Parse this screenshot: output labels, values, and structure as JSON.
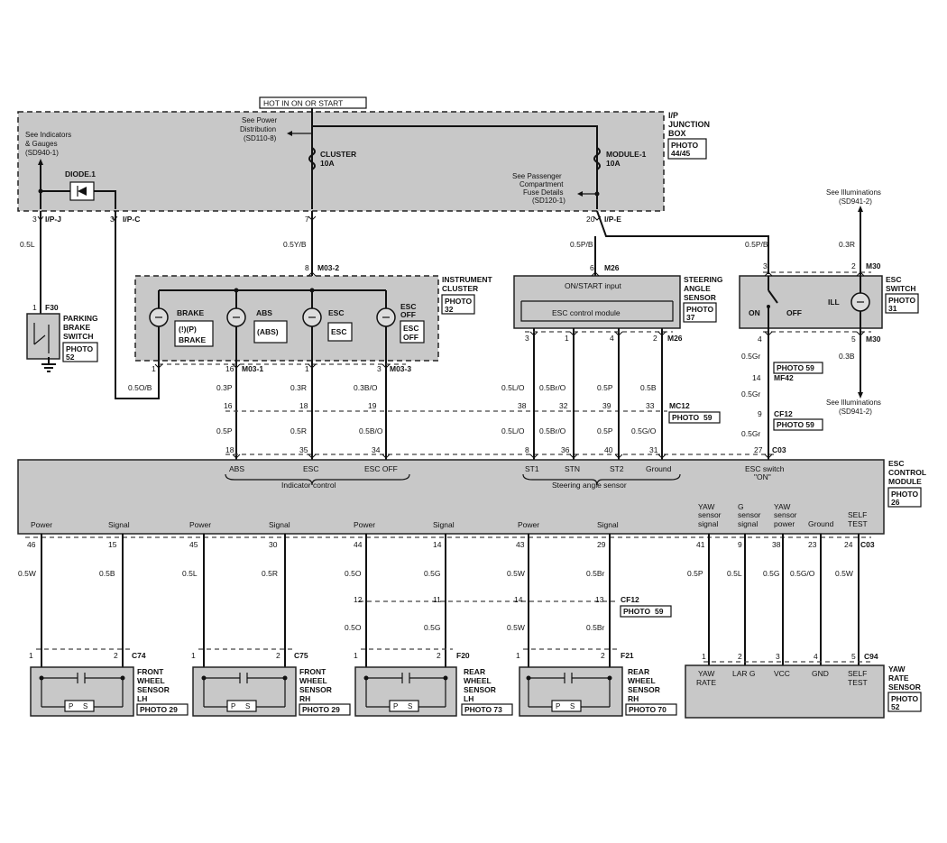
{
  "top_supply": "HOT IN ON OR START",
  "ip_junction": {
    "title": [
      "I/P",
      "JUNCTION",
      "BOX"
    ],
    "photo": [
      "PHOTO",
      "44/45"
    ],
    "see_power": [
      "See Power",
      "Distribution",
      "(SD110-8)"
    ],
    "see_indicators": [
      "See Indicators",
      "& Gauges",
      "(SD940-1)"
    ],
    "see_passenger": [
      "See Passenger",
      "Compartment",
      "Fuse Details",
      "(SD120-1)"
    ],
    "diode": "DIODE.1",
    "cluster_fuse": [
      "CLUSTER",
      "10A"
    ],
    "module_fuse": [
      "MODULE-1",
      "10A"
    ],
    "pins": [
      "3",
      "I/P-J",
      "3",
      "I/P-C",
      "7",
      "20",
      "I/P-E"
    ]
  },
  "parking_brake": {
    "label": [
      "PARKING",
      "BRAKE",
      "SWITCH"
    ],
    "photo": [
      "PHOTO",
      "52"
    ],
    "connector": "F30",
    "pin": "1",
    "wire": "0.5L"
  },
  "instrument_cluster": {
    "label": [
      "INSTRUMENT",
      "CLUSTER"
    ],
    "photo": [
      "PHOTO",
      "32"
    ],
    "input_wire": "0.5Y/B",
    "pin_top": "8",
    "connector_top": "M03-2",
    "lamps": [
      {
        "name": "BRAKE",
        "sym": "(!)(P)",
        "sub": "BRAKE"
      },
      {
        "name": "ABS",
        "sym": "(ABS)",
        "sub": ""
      },
      {
        "name": "ESC",
        "sym": "ESC",
        "sub": ""
      },
      {
        "name": "ESC OFF",
        "sym": "ESC",
        "sub": "OFF"
      }
    ],
    "lamp_label_esc_off": [
      "ESC",
      "OFF"
    ],
    "bottom_pins": [
      "1",
      "16",
      "M03-1",
      "1",
      "3",
      "M03-3"
    ],
    "wires_a": [
      "0.5O/B",
      "0.3P",
      "0.3R",
      "0.3B/O"
    ],
    "junction_pins": [
      "16",
      "18",
      "19"
    ],
    "wires_b": [
      "0.5P",
      "0.5R",
      "0.5B/O"
    ],
    "ecm_pins": [
      "18",
      "35",
      "34"
    ]
  },
  "steering_sensor": {
    "label": [
      "STEERING",
      "ANGLE",
      "SENSOR"
    ],
    "photo": [
      "PHOTO",
      "37"
    ],
    "input_wire": "0.5P/B",
    "pin_top": "6",
    "connector_top": "M26",
    "line1": "ON/START input",
    "line2": "ESC control module",
    "bottom_pins": [
      "3",
      "1",
      "4",
      "2",
      "M26"
    ],
    "wires_a": [
      "0.5L/O",
      "0.5Br/O",
      "0.5P",
      "0.5B"
    ],
    "junction_pins": [
      "38",
      "32",
      "39",
      "33"
    ],
    "junction_conn": "MC12",
    "junction_photo": [
      "PHOTO",
      "59"
    ],
    "wires_b": [
      "0.5L/O",
      "0.5Br/O",
      "0.5P",
      "0.5G/O"
    ],
    "ecm_pins": [
      "8",
      "36",
      "40",
      "31"
    ]
  },
  "esc_switch": {
    "label": [
      "ESC",
      "SWITCH"
    ],
    "photo": [
      "PHOTO",
      "31"
    ],
    "input_wire": "0.5P/B",
    "see_illum_top": [
      "See Illuminations",
      "(SD941-2)"
    ],
    "see_illum_bottom": [
      "See Illuminations",
      "(SD941-2)"
    ],
    "wire_illum_top": "0.3R",
    "wire_illum_bottom": "0.3B",
    "pins": [
      "3",
      "2",
      "M30",
      "4",
      "5",
      "M30"
    ],
    "on": "ON",
    "off": "OFF",
    "ill": "ILL",
    "wire_sw": [
      "0.5Gr",
      "0.5Gr",
      "0.5Gr"
    ],
    "photo59a": "PHOTO 59",
    "mf42": [
      "14",
      "MF42"
    ],
    "cf12": [
      "9",
      "CF12"
    ],
    "photo59b": "PHOTO 59",
    "ecm_pin": [
      "27",
      "C03"
    ]
  },
  "esc_module": {
    "label": [
      "ESC",
      "CONTROL",
      "MODULE"
    ],
    "photo": [
      "PHOTO",
      "26"
    ],
    "top_labels": [
      "ABS",
      "ESC",
      "ESC OFF",
      "ST1",
      "STN",
      "ST2",
      "Ground",
      "ESC switch",
      "\"ON\""
    ],
    "group1": "Indicator control",
    "group2": "Steering angle sensor",
    "bottom_labels": [
      "Power",
      "Signal",
      "Power",
      "Signal",
      "Power",
      "Signal",
      "Power",
      "Signal"
    ],
    "yaw_labels": [
      [
        "YAW",
        "sensor",
        "signal"
      ],
      [
        "G",
        "sensor",
        "signal"
      ],
      [
        "YAW",
        "sensor",
        "power"
      ],
      [
        "Ground"
      ],
      [
        "SELF",
        "TEST"
      ]
    ],
    "bottom_pins": [
      "46",
      "15",
      "45",
      "30",
      "44",
      "14",
      "43",
      "29",
      "41",
      "9",
      "38",
      "23",
      "24"
    ],
    "bottom_conn": "C03"
  },
  "wheel_wires": {
    "wires_a": [
      "0.5W",
      "0.5B",
      "0.5L",
      "0.5R",
      "0.5O",
      "0.5G",
      "0.5W",
      "0.5Br"
    ],
    "cf12_pins": [
      "12",
      "11",
      "14",
      "13"
    ],
    "cf12": "CF12",
    "cf12_photo": [
      "PHOTO",
      "59"
    ],
    "wires_b": [
      "0.5O",
      "0.5G",
      "0.5W",
      "0.5Br"
    ],
    "yaw_wires": [
      "0.5P",
      "0.5L",
      "0.5G",
      "0.5G/O",
      "0.5W"
    ]
  },
  "wheel_sensors": [
    {
      "pins": [
        "1",
        "2"
      ],
      "conn": "C74",
      "label": [
        "FRONT",
        "WHEEL",
        "SENSOR",
        "LH"
      ],
      "photo": "PHOTO 29"
    },
    {
      "pins": [
        "1",
        "2"
      ],
      "conn": "C75",
      "label": [
        "FRONT",
        "WHEEL",
        "SENSOR",
        "RH"
      ],
      "photo": "PHOTO 29"
    },
    {
      "pins": [
        "1",
        "2"
      ],
      "conn": "F20",
      "label": [
        "REAR",
        "WHEEL",
        "SENSOR",
        "LH"
      ],
      "photo": "PHOTO 73"
    },
    {
      "pins": [
        "1",
        "2"
      ],
      "conn": "F21",
      "label": [
        "REAR",
        "WHEEL",
        "SENSOR",
        "RH"
      ],
      "photo": "PHOTO 70"
    }
  ],
  "ps_label": [
    "P",
    "S"
  ],
  "yaw_sensor": {
    "label": [
      "YAW",
      "RATE",
      "SENSOR"
    ],
    "photo": [
      "PHOTO",
      "52"
    ],
    "pins": [
      "1",
      "2",
      "3",
      "4",
      "5"
    ],
    "conn": "C94",
    "texts": [
      [
        "YAW",
        "RATE"
      ],
      [
        "LAR G"
      ],
      [
        "VCC"
      ],
      [
        "GND"
      ],
      [
        "SELF",
        "TEST"
      ]
    ]
  }
}
